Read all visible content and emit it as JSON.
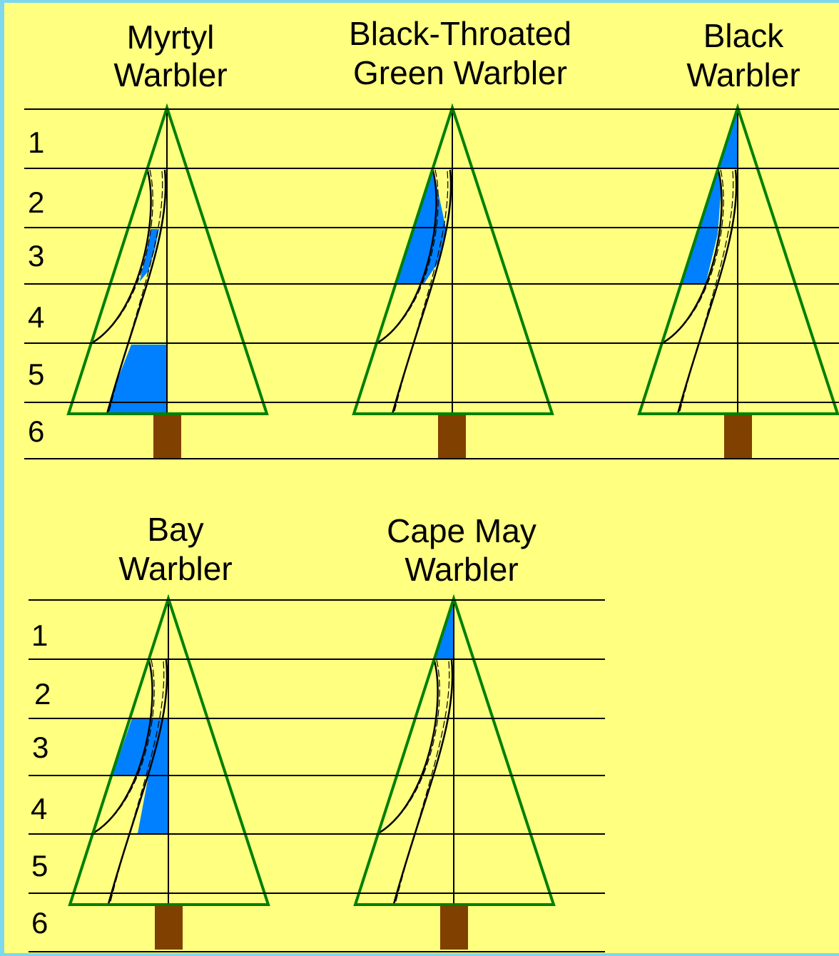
{
  "colors": {
    "background": "#ffff80",
    "frame": "#7fd7ee",
    "tree_outline": "#008000",
    "trunk": "#804000",
    "feeding_zone": "#0080ff",
    "lines": "#000000"
  },
  "rows": [
    {
      "zone_labels": [
        "1",
        "2",
        "3",
        "4",
        "5",
        "6"
      ],
      "trees": [
        {
          "title_lines": [
            "Myrtyl",
            "Warbler"
          ],
          "feeding_zones": [
            {
              "zone": 3,
              "part": "inner"
            },
            {
              "zone": 5,
              "part": "inner-mid"
            }
          ]
        },
        {
          "title_lines": [
            "Black-Throated",
            "Green Warbler"
          ],
          "feeding_zones": [
            {
              "zone": 2,
              "part": "outer"
            },
            {
              "zone": 3,
              "part": "outer-mid"
            }
          ]
        },
        {
          "title_lines": [
            "Black",
            "Warbler"
          ],
          "feeding_zones": [
            {
              "zone": 1,
              "part": "top"
            },
            {
              "zone": 2,
              "part": "outer"
            },
            {
              "zone": 3,
              "part": "outer"
            }
          ]
        }
      ]
    },
    {
      "zone_labels": [
        "1",
        "2",
        "3",
        "4",
        "5",
        "6"
      ],
      "trees": [
        {
          "title_lines": [
            "Bay",
            "Warbler"
          ],
          "feeding_zones": [
            {
              "zone": 3,
              "part": "outer-mid"
            },
            {
              "zone": 4,
              "part": "inner"
            }
          ]
        },
        {
          "title_lines": [
            "Cape May",
            "Warbler"
          ],
          "feeding_zones": [
            {
              "zone": 1,
              "part": "top"
            }
          ]
        }
      ]
    }
  ]
}
